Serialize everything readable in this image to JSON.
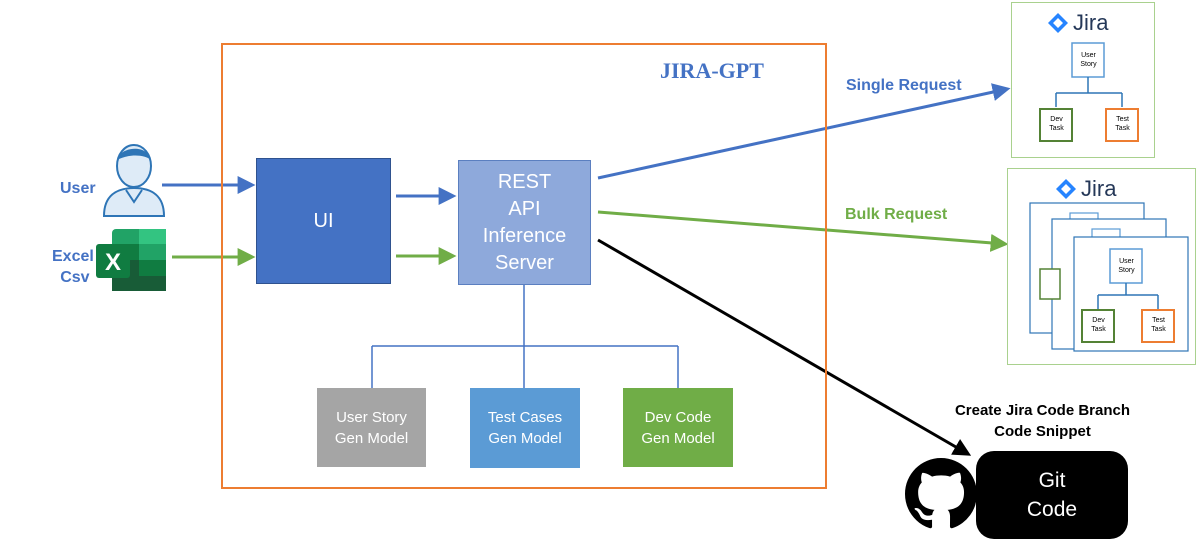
{
  "diagram": {
    "title": "JIRA-GPT",
    "inputs": {
      "user": "User",
      "excel_line1": "Excel",
      "excel_line2": "Csv"
    },
    "ui": "UI",
    "server": {
      "line1": "REST",
      "line2": "API",
      "line3": "Inference",
      "line4": "Server"
    },
    "models": [
      {
        "line1": "User Story",
        "line2": "Gen Model"
      },
      {
        "line1": "Test Cases",
        "line2": "Gen Model"
      },
      {
        "line1": "Dev Code",
        "line2": "Gen Model"
      }
    ],
    "single_request": "Single Request",
    "bulk_request": "Bulk Request",
    "jira_label": "Jira",
    "jira_nodes": {
      "story_l1": "User",
      "story_l2": "Story",
      "dev_l1": "Dev",
      "dev_l2": "Task",
      "test_l1": "Test",
      "test_l2": "Task"
    },
    "git": {
      "caption_line1": "Create Jira Code Branch",
      "caption_line2": "Code Snippet",
      "box_line1": "Git",
      "box_line2": "Code"
    },
    "colors": {
      "frame": "#ed7d31",
      "blue": "#4472c4",
      "green": "#70ad47",
      "jira_border": "#a9d18e"
    }
  }
}
